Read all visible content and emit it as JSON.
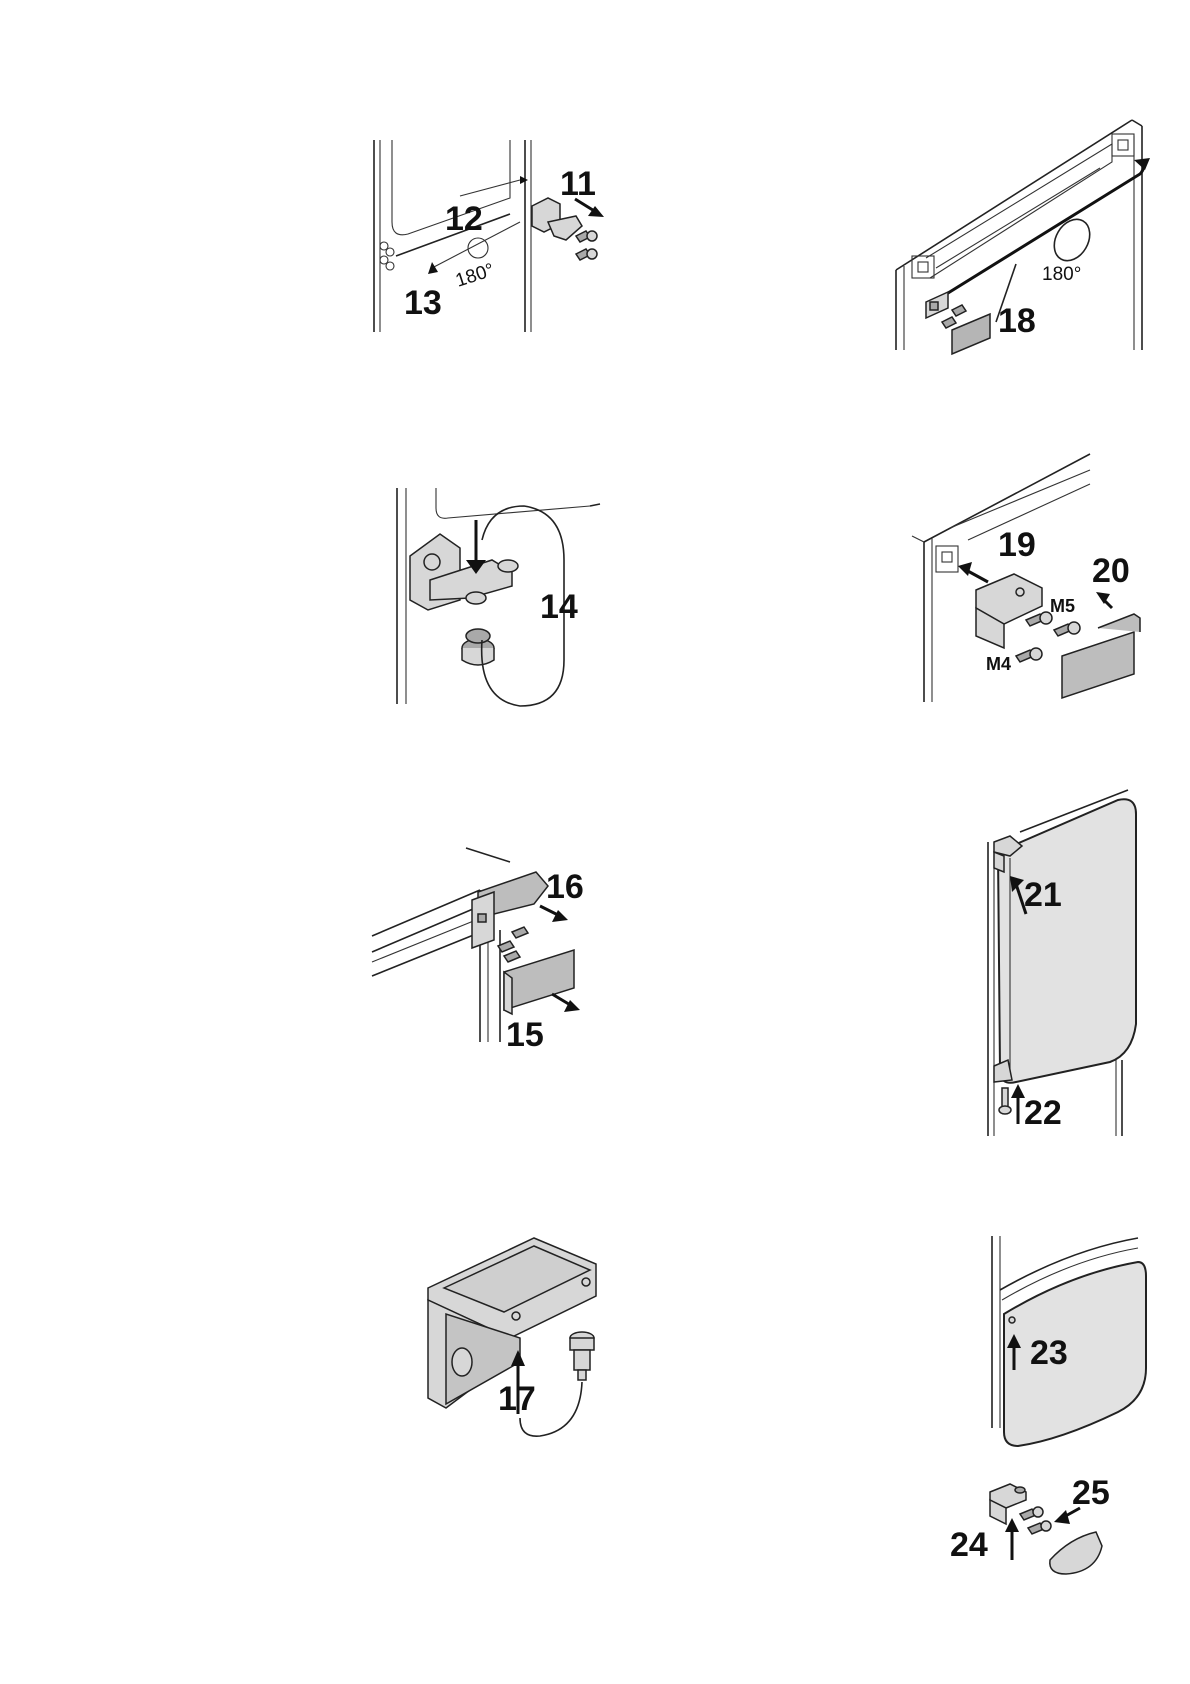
{
  "steps": {
    "s11": "11",
    "s12": "12",
    "s13": "13",
    "s14": "14",
    "s15": "15",
    "s16": "16",
    "s17": "17",
    "s18": "18",
    "s19": "19",
    "s20": "20",
    "s21": "21",
    "s22": "22",
    "s23": "23",
    "s24": "24",
    "s25": "25"
  },
  "rotation": {
    "angle_a": "180°",
    "angle_b": "180°"
  },
  "screw_sizes": {
    "m5": "M5",
    "m4": "M4"
  },
  "colors": {
    "line": "#222222",
    "part_fill": "#d7d7d7",
    "part_dark": "#a9a9a9",
    "door_fill": "#e2e2e2"
  }
}
